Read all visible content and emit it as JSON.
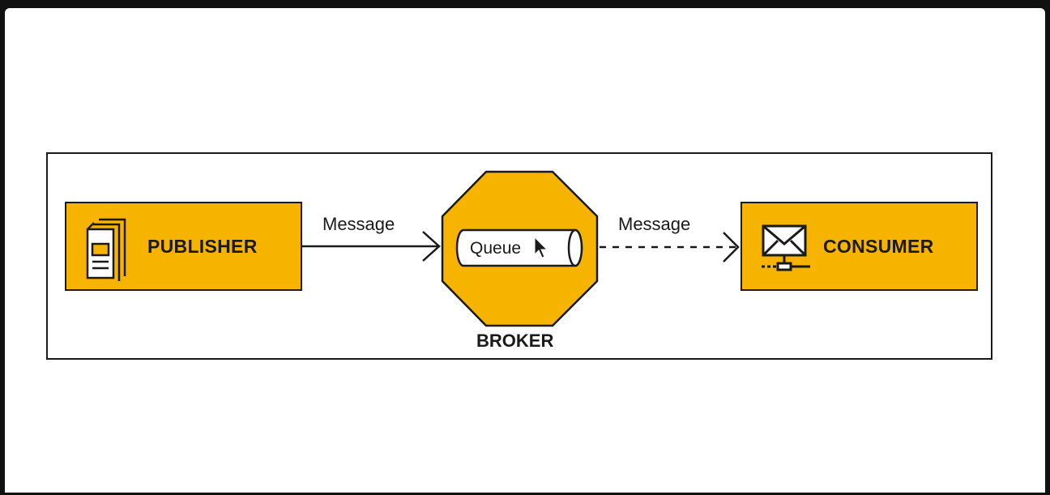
{
  "diagram": {
    "publisher": {
      "label": "PUBLISHER",
      "icon": "document-stack-icon"
    },
    "consumer": {
      "label": "CONSUMER",
      "icon": "envelope-network-icon"
    },
    "broker": {
      "label": "BROKER",
      "queue_label": "Queue"
    },
    "edges": [
      {
        "from": "PUBLISHER",
        "to": "BROKER",
        "label": "Message",
        "style": "solid"
      },
      {
        "from": "BROKER",
        "to": "CONSUMER",
        "label": "Message",
        "style": "dashed"
      }
    ]
  },
  "colors": {
    "accent": "#f6b400",
    "stroke": "#1a1a1a",
    "background": "#ffffff",
    "outer": "#111111"
  }
}
